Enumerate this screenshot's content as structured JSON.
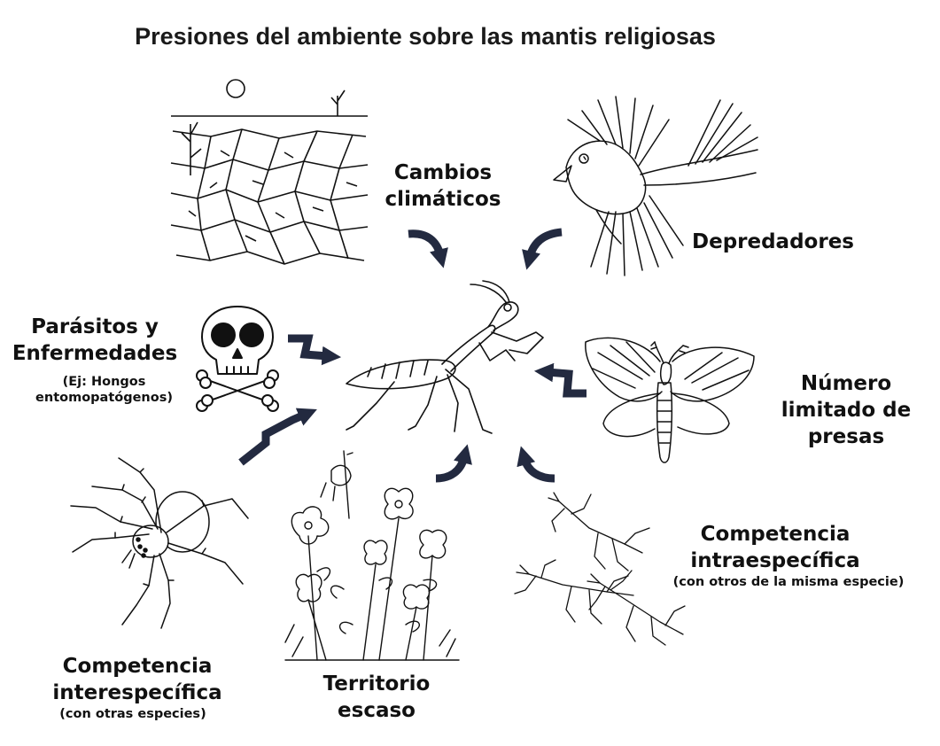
{
  "title": "Presiones del ambiente sobre las mantis religiosas",
  "center": {
    "icon": "mantis-icon"
  },
  "factors": {
    "climate": {
      "label_line1": "Cambios",
      "label_line2": "climáticos",
      "icon": "cracked-earth-icon"
    },
    "predators": {
      "label": "Depredadores",
      "icon": "bird-icon"
    },
    "parasites": {
      "label_line1": "Parásitos y",
      "label_line2": "Enfermedades",
      "note_line1": "(Ej: Hongos",
      "note_line2": "entomopatógenos)",
      "icon": "skull-crossbones-icon"
    },
    "prey": {
      "label_line1": "Número",
      "label_line2": "limitado de",
      "label_line3": "presas",
      "icon": "moth-icon"
    },
    "interspecific": {
      "label_line1": "Competencia",
      "label_line2": "interespecífica",
      "note": "(con otras especies)",
      "icon": "spider-icon"
    },
    "territory": {
      "label_line1": "Territorio",
      "label_line2": "escaso",
      "icon": "plants-icon"
    },
    "intraspecific": {
      "label_line1": "Competencia",
      "label_line2": "intraespecífica",
      "note": "(con otros de la misma especie)",
      "icon": "mantises-group-icon"
    }
  },
  "colors": {
    "arrow": "#232a40",
    "ink": "#111111",
    "background": "#ffffff"
  }
}
